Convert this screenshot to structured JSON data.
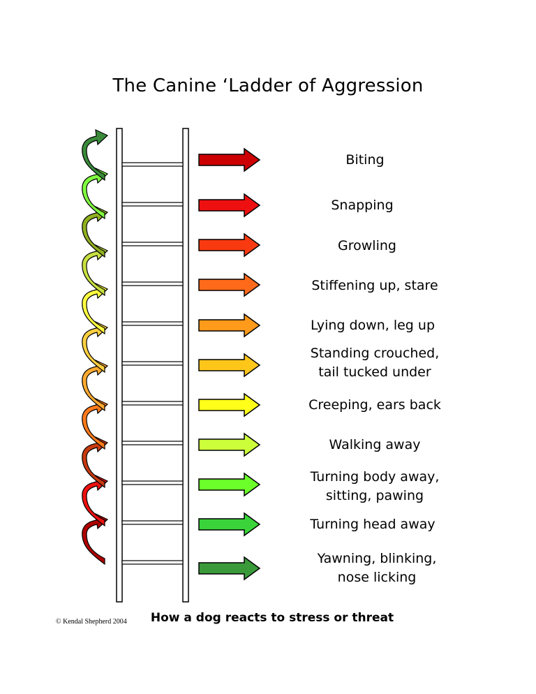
{
  "title": "The Canine ‘Ladder of Aggression",
  "caption": "How a dog reacts to stress or threat",
  "copyright": "© Kendal Shepherd 2004",
  "steps": [
    {
      "lines": [
        "Biting"
      ],
      "color": "#cc0000"
    },
    {
      "lines": [
        "Snapping"
      ],
      "color": "#ee1010"
    },
    {
      "lines": [
        "Growling"
      ],
      "color": "#f93a10"
    },
    {
      "lines": [
        "Stiffening up, stare"
      ],
      "color": "#ff6a1a"
    },
    {
      "lines": [
        "Lying down, leg up"
      ],
      "color": "#ff9a1a"
    },
    {
      "lines": [
        "Standing crouched,",
        "tail tucked under"
      ],
      "color": "#ffc61a"
    },
    {
      "lines": [
        "Creeping, ears back"
      ],
      "color": "#ffff1a"
    },
    {
      "lines": [
        "Walking away"
      ],
      "color": "#ccff3a"
    },
    {
      "lines": [
        "Turning body away,",
        "sitting, pawing"
      ],
      "color": "#6cff2a"
    },
    {
      "lines": [
        "Turning head away"
      ],
      "color": "#3ad43a"
    },
    {
      "lines": [
        "Yawning, blinking,",
        "nose licking"
      ],
      "color": "#3a9a3a"
    }
  ],
  "curl_colors": [
    "#b00000",
    "#ee1010",
    "#c83a10",
    "#ff7a1a",
    "#ffaa30",
    "#ffd040",
    "#ffff40",
    "#c8e040",
    "#90b020",
    "#80ff40",
    "#3a8a3a"
  ]
}
